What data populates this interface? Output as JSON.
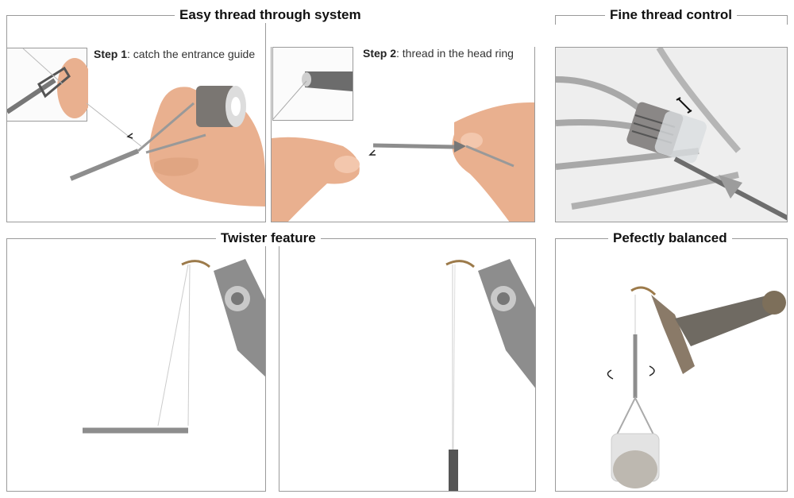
{
  "sections": {
    "easy_thread": {
      "title": "Easy thread through system",
      "step1": {
        "label": "Step 1",
        "text": ": catch the entrance guide"
      },
      "step2": {
        "label": "Step 2",
        "text": ": thread in the head ring"
      }
    },
    "fine_control": {
      "title": "Fine thread control"
    },
    "twister": {
      "title": "Twister feature"
    },
    "balanced": {
      "title": "Pefectly balanced"
    }
  },
  "colors": {
    "border": "#9a9a9a",
    "skin": "#e9b08f",
    "metal": "#8d8d8d",
    "spool_thread": "#7a7672"
  }
}
